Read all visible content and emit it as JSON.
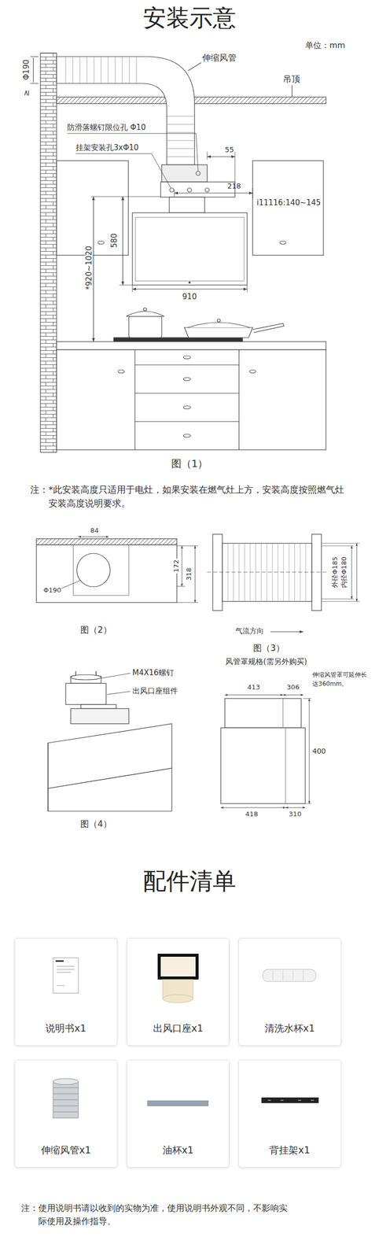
{
  "diagram": {
    "title": "安装示意",
    "nodes": [
      {
        "text": [
          "说明书x1"
        ]
      },
      {
        "text": [
          "出风口座x1"
        ]
      },
      {
        "text": [
          "清洗水杯x1"
        ]
      },
      {
        "text": [
          "伸缩风管x1"
        ]
      },
      {
        "text": [
          "油杯x1"
        ]
      },
      {
        "text": [
          "背挂架x1"
        ]
      }
    ],
    "labels": [
      "单位：mm",
      "伸缩风管",
      "吊顶",
      "Φ190",
      "≥",
      "防滑落螺钉限位孔 Φ10",
      "挂架安装孔3xΦ10",
      "55",
      "218",
      "i11116:140~145",
      "580",
      "*920~1020",
      "910",
      "图（1）",
      "注：*此安装高度只适用于电灶，如果安装在燃气灶上方，安装高度按照燃气灶安装高度说明要求。",
      "84",
      "172",
      "318",
      "Φ190",
      "图（2）",
      "外径Φ185",
      "内径Φ180",
      "气流方向",
      "图（3）",
      "M4X16螺钉",
      "出风口座组件",
      "图（4）",
      "风管罩规格(需另外购买)",
      "413",
      "306",
      "伸缩风管罩可延伸长达360mm。",
      "400",
      "418",
      "310",
      "配件清单",
      "注：使用说明书请以收到的实物为准，使用说明书外观不同，不影响实际使用及操作指导。"
    ]
  }
}
